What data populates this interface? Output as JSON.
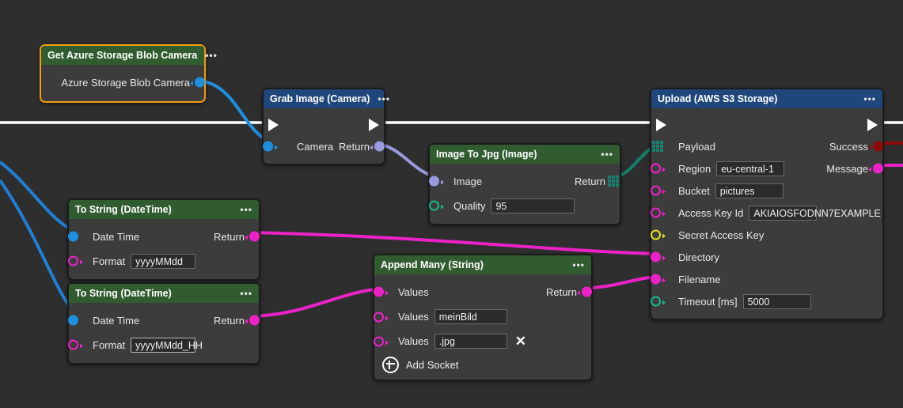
{
  "canvas": {
    "background": "#2e2e2e",
    "exec_wire_color": "#ffffff"
  },
  "palette": {
    "header_green": "#315c30",
    "header_blue": "#20477c",
    "node_body": "#3c3c3c",
    "selected_border": "#f39c12",
    "blue_port": "#1f8fe0",
    "violet_port": "#9a9ae0",
    "magenta_port": "#ec22c8",
    "green_port": "#16b98b",
    "yellow_port": "#e5e11a",
    "darkred_port": "#8b0a0a",
    "array_port": "#17806e"
  },
  "nodes": {
    "azure": {
      "title": "Get Azure Storage Blob Camera",
      "menu": "•••",
      "selected": true,
      "out_label": "Azure Storage Blob Camera"
    },
    "grab": {
      "title": "Grab Image (Camera)",
      "menu": "•••",
      "in_label": "Camera",
      "out_label": "Return"
    },
    "jpg": {
      "title": "Image To Jpg (Image)",
      "menu": "•••",
      "in_image_label": "Image",
      "out_label": "Return",
      "quality_label": "Quality",
      "quality_value": "95"
    },
    "upload": {
      "title": "Upload (AWS S3 Storage)",
      "menu": "•••",
      "payload_label": "Payload",
      "success_label": "Success",
      "region_label": "Region",
      "region_value": "eu-central-1",
      "message_label": "Message",
      "bucket_label": "Bucket",
      "bucket_value": "pictures",
      "access_key_label": "Access Key Id",
      "access_key_value": "AKIAIOSFODNN7EXAMPLE",
      "secret_key_label": "Secret Access Key",
      "directory_label": "Directory",
      "filename_label": "Filename",
      "timeout_label": "Timeout [ms]",
      "timeout_value": "5000"
    },
    "tostring1": {
      "title": "To String (DateTime)",
      "menu": "•••",
      "datetime_label": "Date Time",
      "return_label": "Return",
      "format_label": "Format",
      "format_value": "yyyyMMdd"
    },
    "tostring2": {
      "title": "To String (DateTime)",
      "menu": "•••",
      "datetime_label": "Date Time",
      "return_label": "Return",
      "format_label": "Format",
      "format_value": "yyyyMMdd_HH"
    },
    "append": {
      "title": "Append Many (String)",
      "menu": "•••",
      "values_label": "Values",
      "return_label": "Return",
      "value_2": "meinBild",
      "value_3": ".jpg",
      "remove_glyph": "✕",
      "add_socket_label": "Add Socket"
    }
  }
}
